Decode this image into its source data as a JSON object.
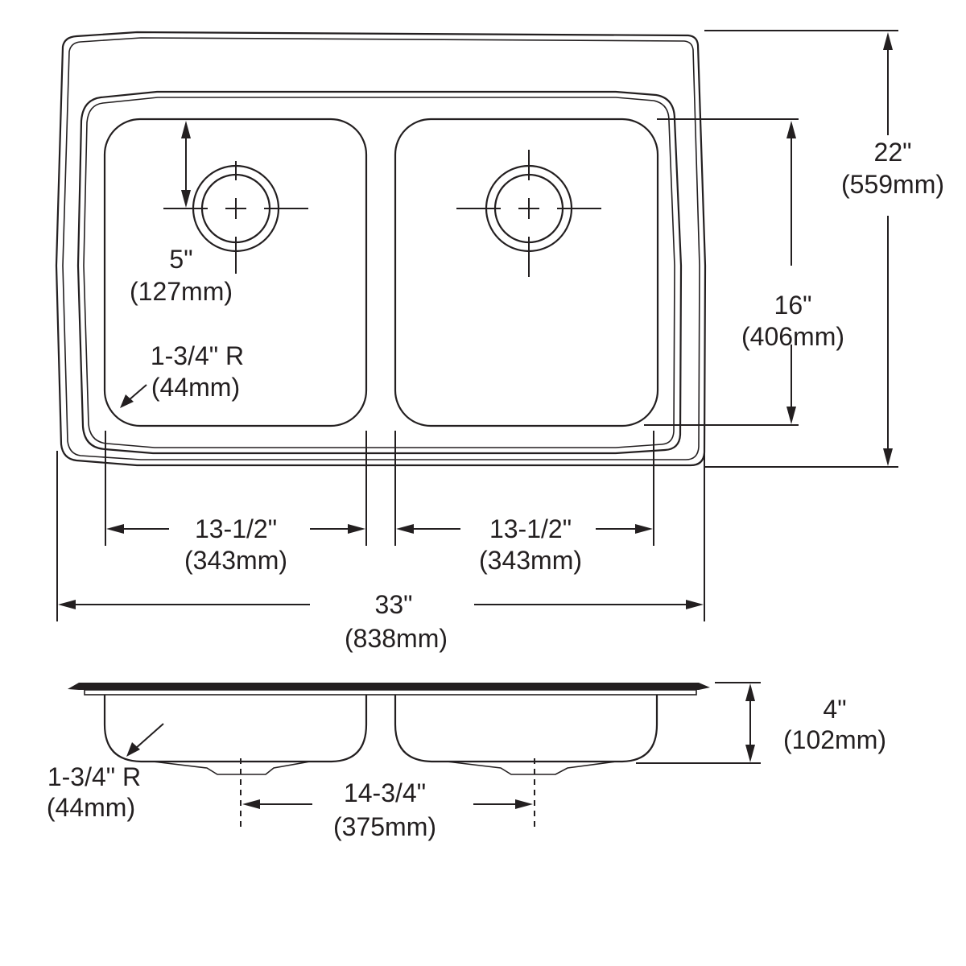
{
  "drawing": {
    "title": "Double bowl drop-in sink dimensional drawing",
    "views": [
      "top-view",
      "side-view"
    ],
    "line_color": "#231f20",
    "background": "#ffffff"
  },
  "dimensions": {
    "overall_width": {
      "imperial": "33\"",
      "metric": "(838mm)"
    },
    "overall_depth": {
      "imperial": "22\"",
      "metric": "(559mm)"
    },
    "left_bowl_width": {
      "imperial": "13-1/2\"",
      "metric": "(343mm)"
    },
    "right_bowl_width": {
      "imperial": "13-1/2\"",
      "metric": "(343mm)"
    },
    "bowl_depth_front_back": {
      "imperial": "16\"",
      "metric": "(406mm)"
    },
    "drain_offset": {
      "imperial": "5\"",
      "metric": "(127mm)"
    },
    "corner_radius_top": {
      "imperial": "1-3/4\" R",
      "metric": "(44mm)"
    },
    "corner_radius_side": {
      "imperial": "1-3/4\" R",
      "metric": "(44mm)"
    },
    "bowl_depth": {
      "imperial": "4\"",
      "metric": "(102mm)"
    },
    "drain_center_spacing": {
      "imperial": "14-3/4\"",
      "metric": "(375mm)"
    }
  }
}
